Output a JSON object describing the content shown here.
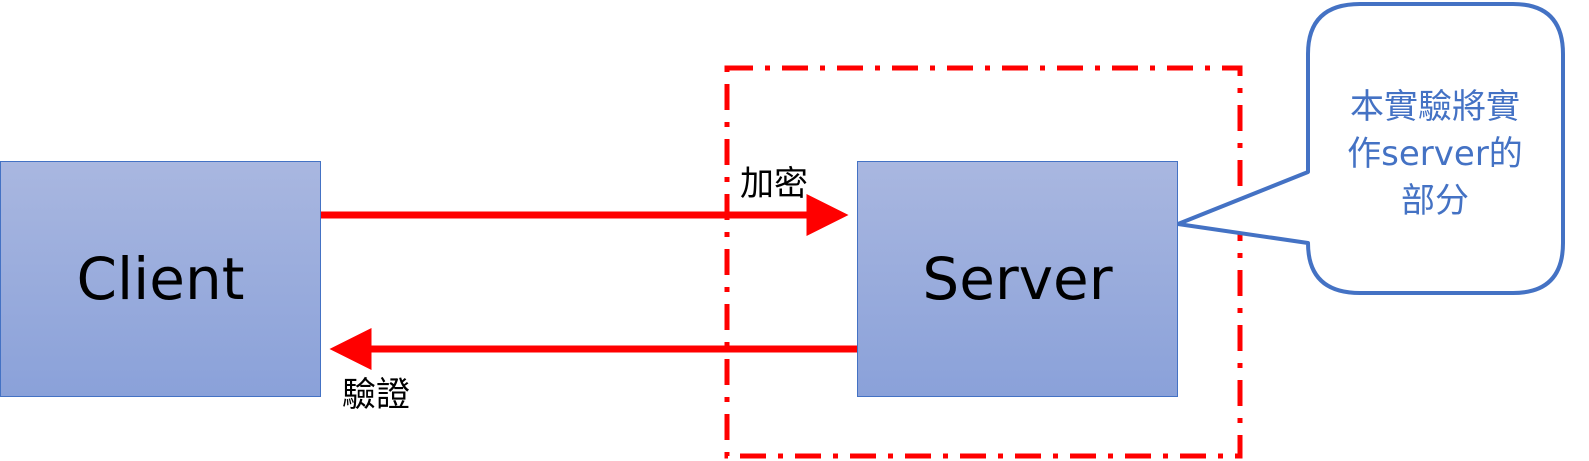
{
  "nodes": {
    "client": "Client",
    "server": "Server"
  },
  "arrows": {
    "request_label": "加密",
    "response_label": "驗證"
  },
  "callout": {
    "lines": [
      "本實驗將實",
      "作server的",
      "部分"
    ]
  },
  "colors": {
    "arrow": "#ff0000",
    "boundary": "#ff0000",
    "node_fill": "#97aadc",
    "node_border": "#4472c4",
    "callout_border": "#4472c4",
    "callout_text": "#4472c4"
  }
}
